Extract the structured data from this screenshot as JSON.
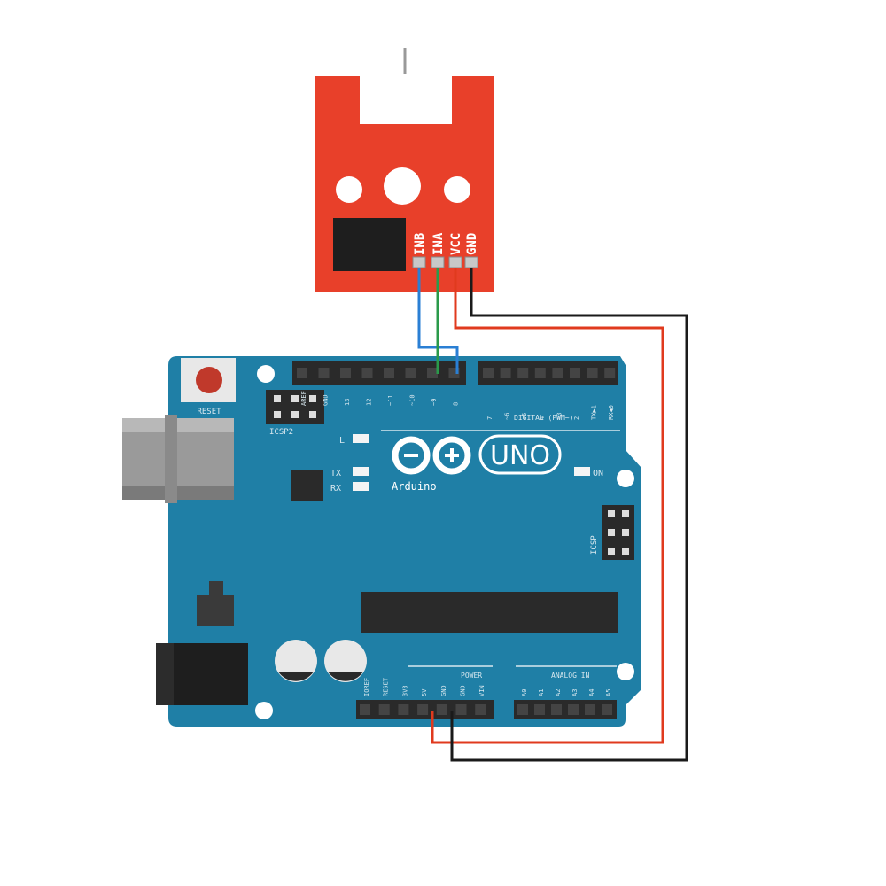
{
  "module": {
    "pins": [
      "INB",
      "INA",
      "VCC",
      "GND"
    ]
  },
  "board": {
    "logo_text": "Arduino",
    "model": "UNO",
    "reset_label": "RESET",
    "icsp2_label": "ICSP2",
    "icsp_label": "ICSP",
    "led_l": "L",
    "led_tx": "TX",
    "led_rx": "RX",
    "led_on": "ON",
    "digital_header_label": "DIGITAL (PWM~)",
    "digital_pins_left": [
      "AREF",
      "GND",
      "13",
      "12",
      "~11",
      "~10",
      "~9",
      "8"
    ],
    "digital_pins_right": [
      "7",
      "~6",
      "~5",
      "4",
      "~3",
      "2",
      "TX▶1",
      "RX◀0"
    ],
    "power_header_label": "POWER",
    "power_pins": [
      "IOREF",
      "RESET",
      "3V3",
      "5V",
      "GND",
      "GND",
      "VIN"
    ],
    "analog_header_label": "ANALOG IN",
    "analog_pins": [
      "A0",
      "A1",
      "A2",
      "A3",
      "A4",
      "A5"
    ]
  },
  "colors": {
    "module_red": "#e8402a",
    "board_blue": "#1f7fa6",
    "wire_blue": "#2a7fd4",
    "wire_green": "#2a9a4a",
    "wire_red": "#e03a1e",
    "wire_black": "#1a1a1a"
  }
}
